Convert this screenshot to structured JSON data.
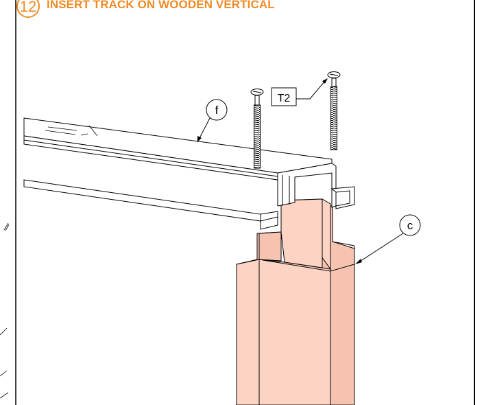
{
  "step": {
    "number": "12",
    "title": "INSERT TRACK ON WOODEN VERTICAL"
  },
  "callouts": {
    "track": "f",
    "screw": "T2",
    "vertical": "c"
  },
  "colors": {
    "accent": "#f08a24",
    "wood": "#fdd3c4",
    "line": "#000000"
  }
}
